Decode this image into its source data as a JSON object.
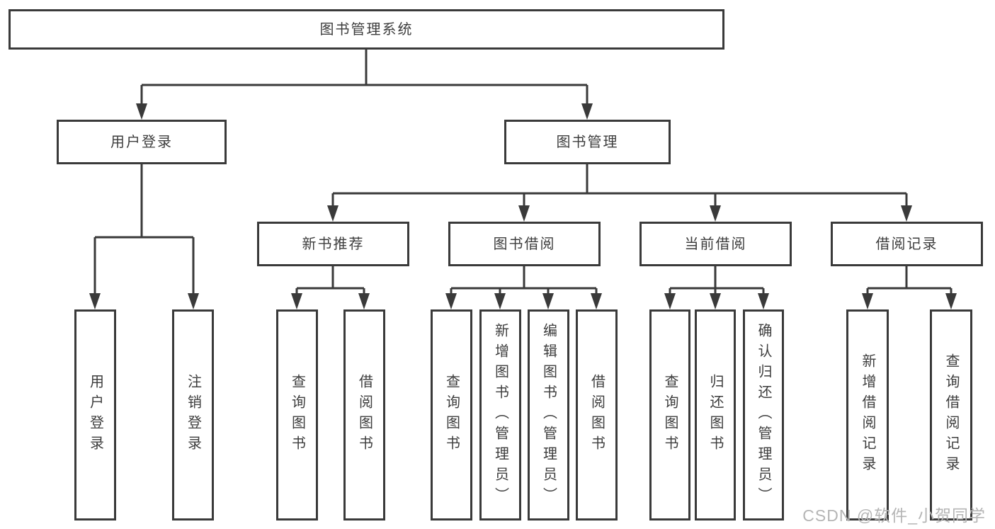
{
  "colors": {
    "line": "#3a3a3a",
    "text": "#3d3d3d",
    "box_fill": "#ffffff",
    "watermark": "#b5b5b5"
  },
  "tree": {
    "root": {
      "label": "图书管理系统"
    },
    "branches": [
      {
        "label": "用户登录",
        "children": [
          {
            "label": "用户登录"
          },
          {
            "label": "注销登录"
          }
        ]
      },
      {
        "label": "图书管理",
        "children": [
          {
            "label": "新书推荐",
            "children": [
              {
                "label": "查询图书"
              },
              {
                "label": "借阅图书"
              }
            ]
          },
          {
            "label": "图书借阅",
            "children": [
              {
                "label": "查询图书"
              },
              {
                "label": "新增图书（管理员）"
              },
              {
                "label": "编辑图书（管理员）"
              },
              {
                "label": "借阅图书"
              }
            ]
          },
          {
            "label": "当前借阅",
            "children": [
              {
                "label": "查询图书"
              },
              {
                "label": "归还图书"
              },
              {
                "label": "确认归还（管理员）"
              }
            ]
          },
          {
            "label": "借阅记录",
            "children": [
              {
                "label": "新增借阅记录"
              },
              {
                "label": "查询借阅记录"
              }
            ]
          }
        ]
      }
    ]
  },
  "watermark": {
    "text": "CSDN @软件_小贺同学"
  }
}
